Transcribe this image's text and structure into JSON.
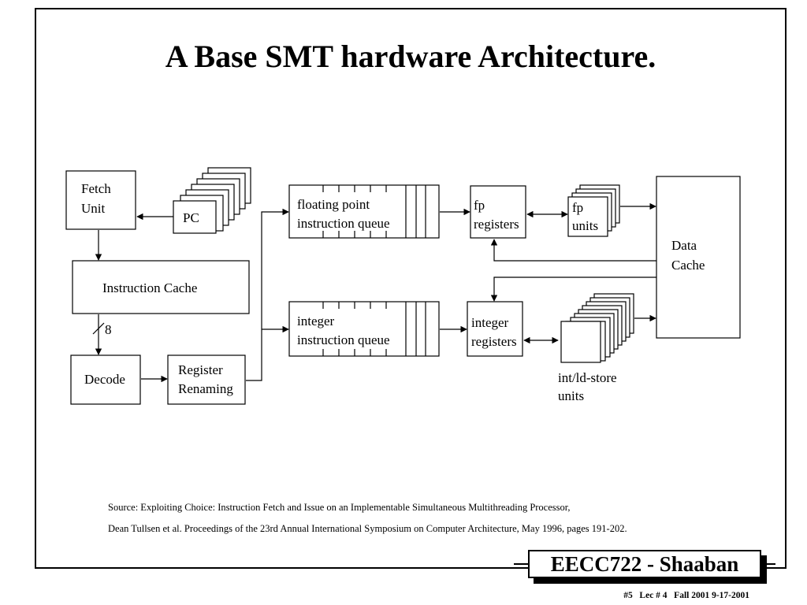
{
  "slide": {
    "title": "A Base SMT hardware Architecture.",
    "source_line1": "Source:  Exploiting Choice: Instruction Fetch and Issue on an Implementable Simultaneous Multithreading Processor,",
    "source_line2": "Dean Tullsen et al. Proceedings of the 23rd Annual International Symposium on Computer Architecture, May 1996, pages 191-202.",
    "badge": "EECC722 - Shaaban",
    "footer": "#5   Lec # 4   Fall 2001 9-17-2001"
  },
  "diagram": {
    "fetch_unit": [
      "Fetch",
      "Unit"
    ],
    "pc": "PC",
    "instruction_cache": "Instruction Cache",
    "fetch_width": "8",
    "decode": "Decode",
    "register_renaming": [
      "Register",
      "Renaming"
    ],
    "fp_queue": [
      "floating point",
      "instruction queue"
    ],
    "int_queue": [
      "integer",
      "instruction queue"
    ],
    "fp_registers": [
      "fp",
      "registers"
    ],
    "int_registers": [
      "integer",
      "registers"
    ],
    "fp_units": [
      "fp",
      "units"
    ],
    "int_units": [
      "int/ld-store",
      "units"
    ],
    "data_cache": [
      "Data",
      "Cache"
    ]
  }
}
